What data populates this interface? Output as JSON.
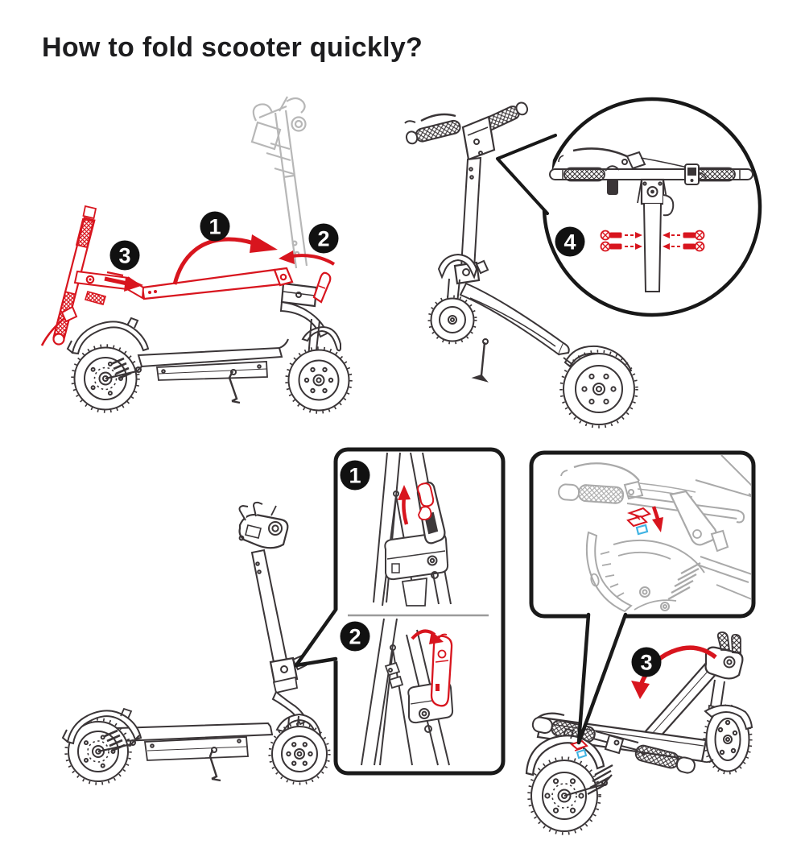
{
  "title": "How to fold scooter quickly?",
  "colors": {
    "background": "#ffffff",
    "title_text": "#1d1d1f",
    "line_art": "#3a3537",
    "ghost_gray": "#b7b7b7",
    "detail_gray": "#a9a9a9",
    "accent_red": "#d8151e",
    "highlight_blue": "#3fb3e3",
    "badge_background": "#111111",
    "badge_number": "#ffffff",
    "panel_border": "#1a1a1a",
    "divider_gray": "#9a9a9a"
  },
  "sections": {
    "fold_sequence": {
      "name": "fold-sequence-side-view",
      "steps": [
        {
          "number": "1",
          "icon": "curved-fold-arrow"
        },
        {
          "number": "2",
          "icon": "small-curved-arrow"
        },
        {
          "number": "3",
          "icon": "slide-right-arrow"
        }
      ]
    },
    "handlebar_callout": {
      "name": "handlebar-screw-callout",
      "steps": [
        {
          "number": "4",
          "icon": "screws-with-dashed-arrows"
        }
      ],
      "screw_count": 4
    },
    "latch_detail_panel": {
      "name": "folding-latch-detail-panel",
      "steps": [
        {
          "number": "1",
          "icon": "lift-safety-hook-arrow"
        },
        {
          "number": "2",
          "icon": "open-lever-arrow"
        }
      ]
    },
    "hook_detail_panel": {
      "name": "handlebar-hook-detail-panel",
      "icons": [
        "red-hook",
        "down-arrow",
        "blue-bracket"
      ]
    },
    "fold_down_action": {
      "name": "fold-down-view",
      "steps": [
        {
          "number": "3",
          "icon": "large-fold-arrow"
        }
      ]
    }
  }
}
